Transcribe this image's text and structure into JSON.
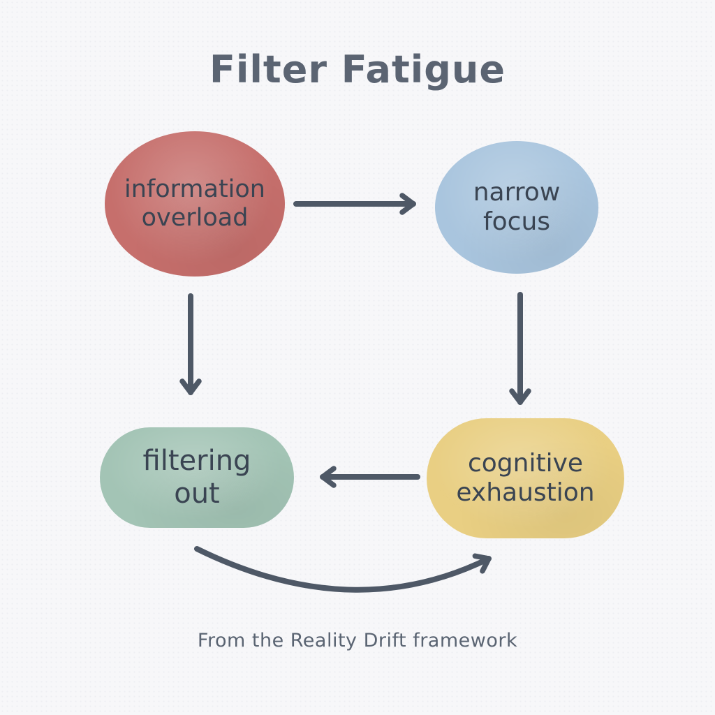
{
  "title": "Filter Fatigue",
  "caption": "From the Reality Drift framework",
  "palette": {
    "background": "#f7f7f9",
    "arrow": "#4e5866",
    "node_text": "#3a4452",
    "title_text": "#5b6472"
  },
  "nodes": [
    {
      "id": "information-overload",
      "label": "information overload",
      "shape": "ellipse",
      "color": "#c66f6c"
    },
    {
      "id": "narrow-focus",
      "label": "narrow focus",
      "shape": "ellipse",
      "color": "#a9c5de"
    },
    {
      "id": "filtering-out",
      "label": "filtering out",
      "shape": "pill",
      "color": "#a3c4b5"
    },
    {
      "id": "cognitive-exhaustion",
      "label": "cognitive exhaustion",
      "shape": "pill",
      "color": "#e9cf83"
    }
  ],
  "edges": [
    {
      "from": "information-overload",
      "to": "narrow-focus",
      "style": "straight"
    },
    {
      "from": "information-overload",
      "to": "filtering-out",
      "style": "straight"
    },
    {
      "from": "narrow-focus",
      "to": "cognitive-exhaustion",
      "style": "straight"
    },
    {
      "from": "cognitive-exhaustion",
      "to": "filtering-out",
      "style": "straight"
    },
    {
      "from": "filtering-out",
      "to": "cognitive-exhaustion",
      "style": "curved"
    }
  ]
}
